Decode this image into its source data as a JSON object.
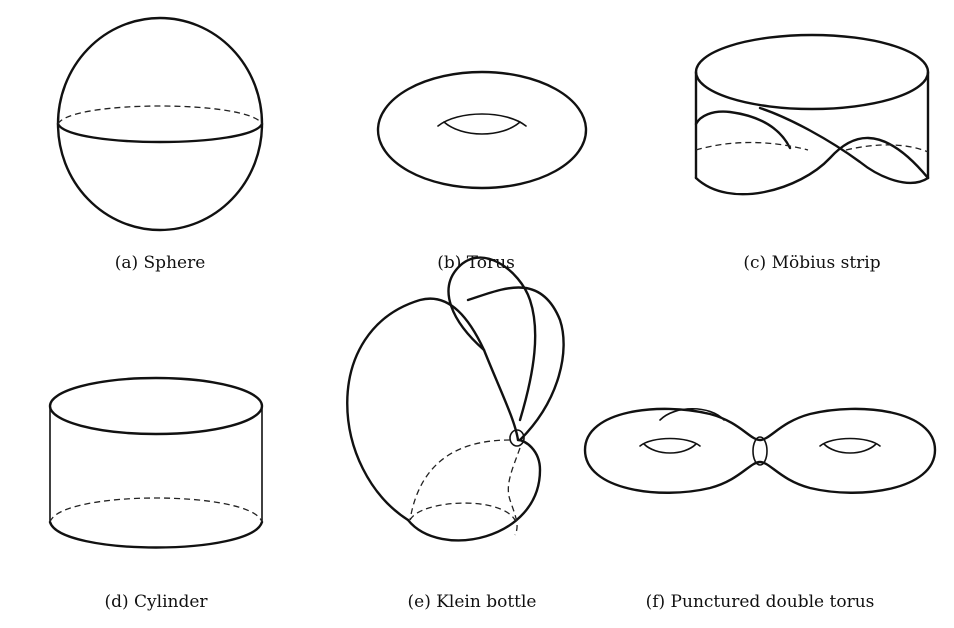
{
  "figures": {
    "sphere": {
      "caption": "(a) Sphere"
    },
    "torus": {
      "caption": "(b) Torus"
    },
    "mobius": {
      "caption": "(c) Möbius strip"
    },
    "cylinder": {
      "caption": "(d) Cylinder"
    },
    "klein": {
      "caption": "(e) Klein bottle"
    },
    "double_torus": {
      "caption": "(f) Punctured double torus"
    }
  }
}
